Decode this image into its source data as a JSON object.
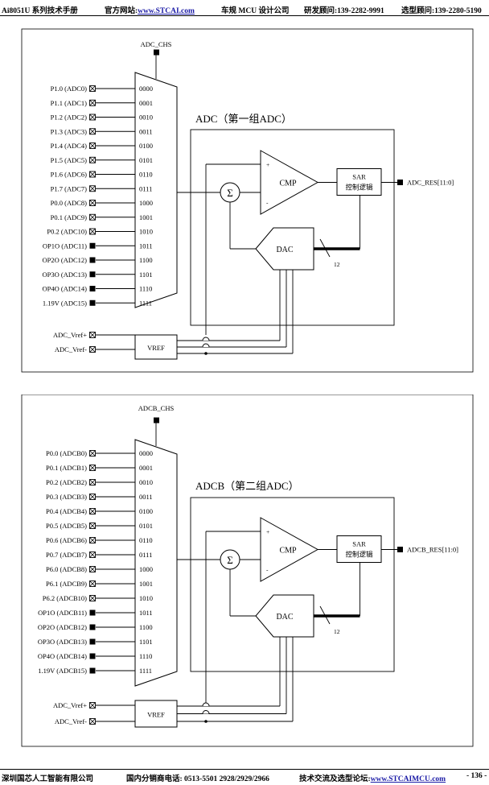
{
  "header": {
    "doc_title": "Ai8051U 系列技术手册",
    "website_label": "官方网站:",
    "website_url": "www.STCAI.com",
    "company": "车规 MCU 设计公司",
    "rd_consultant": "研发顾问:139-2282-9991",
    "selection_consultant": "选型顾问:139-2280-5190"
  },
  "figures": [
    {
      "title": "ADC（第一组ADC）",
      "chs_label": "ADC_CHS",
      "res_label": "ADC_RES[11:0]",
      "channels": [
        {
          "label": "P1.0 (ADC0)",
          "code": "0000",
          "pin": "io"
        },
        {
          "label": "P1.1 (ADC1)",
          "code": "0001",
          "pin": "io"
        },
        {
          "label": "P1.2 (ADC2)",
          "code": "0010",
          "pin": "io"
        },
        {
          "label": "P1.3 (ADC3)",
          "code": "0011",
          "pin": "io"
        },
        {
          "label": "P1.4 (ADC4)",
          "code": "0100",
          "pin": "io"
        },
        {
          "label": "P1.5 (ADC5)",
          "code": "0101",
          "pin": "io"
        },
        {
          "label": "P1.6 (ADC6)",
          "code": "0110",
          "pin": "io"
        },
        {
          "label": "P1.7 (ADC7)",
          "code": "0111",
          "pin": "io"
        },
        {
          "label": "P0.0 (ADC8)",
          "code": "1000",
          "pin": "io"
        },
        {
          "label": "P0.1 (ADC9)",
          "code": "1001",
          "pin": "io"
        },
        {
          "label": "P0.2 (ADC10)",
          "code": "1010",
          "pin": "io"
        },
        {
          "label": "OP1O (ADC11)",
          "code": "1011",
          "pin": "internal"
        },
        {
          "label": "OP2O (ADC12)",
          "code": "1100",
          "pin": "internal"
        },
        {
          "label": "OP3O (ADC13)",
          "code": "1101",
          "pin": "internal"
        },
        {
          "label": "OP4O (ADC14)",
          "code": "1110",
          "pin": "internal"
        },
        {
          "label": "1.19V (ADC15)",
          "code": "1111",
          "pin": "internal"
        }
      ]
    },
    {
      "title": "ADCB（第二组ADC）",
      "chs_label": "ADCB_CHS",
      "res_label": "ADCB_RES[11:0]",
      "channels": [
        {
          "label": "P0.0 (ADCB0)",
          "code": "0000",
          "pin": "io"
        },
        {
          "label": "P0.1 (ADCB1)",
          "code": "0001",
          "pin": "io"
        },
        {
          "label": "P0.2 (ADCB2)",
          "code": "0010",
          "pin": "io"
        },
        {
          "label": "P0.3 (ADCB3)",
          "code": "0011",
          "pin": "io"
        },
        {
          "label": "P0.4 (ADCB4)",
          "code": "0100",
          "pin": "io"
        },
        {
          "label": "P0.5 (ADCB5)",
          "code": "0101",
          "pin": "io"
        },
        {
          "label": "P0.6 (ADCB6)",
          "code": "0110",
          "pin": "io"
        },
        {
          "label": "P0.7 (ADCB7)",
          "code": "0111",
          "pin": "io"
        },
        {
          "label": "P6.0 (ADCB8)",
          "code": "1000",
          "pin": "io"
        },
        {
          "label": "P6.1 (ADCB9)",
          "code": "1001",
          "pin": "io"
        },
        {
          "label": "P6.2 (ADCB10)",
          "code": "1010",
          "pin": "io"
        },
        {
          "label": "OP1O (ADCB11)",
          "code": "1011",
          "pin": "internal"
        },
        {
          "label": "OP2O (ADCB12)",
          "code": "1100",
          "pin": "internal"
        },
        {
          "label": "OP3O (ADCB13)",
          "code": "1101",
          "pin": "internal"
        },
        {
          "label": "OP4O (ADCB14)",
          "code": "1110",
          "pin": "internal"
        },
        {
          "label": "1.19V (ADCB15)",
          "code": "1111",
          "pin": "internal"
        }
      ]
    }
  ],
  "common": {
    "vref_plus": "ADC_Vref+",
    "vref_minus": "ADC_Vref-",
    "vref_block": "VREF",
    "cmp_label": "CMP",
    "plus_sign": "+",
    "minus_sign": "-",
    "sum_symbol": "Σ",
    "sar_line1": "SAR",
    "sar_line2": "控制逻辑",
    "dac_label": "DAC",
    "bus_width": "12"
  },
  "footer": {
    "company": "深圳国芯人工智能有限公司",
    "phone": "国内分销商电话: 0513-5501 2928/2929/2966",
    "forum_label": "技术交流及选型论坛:",
    "forum_url": "www.STCAIMCU.com",
    "page": "- 136 -"
  }
}
